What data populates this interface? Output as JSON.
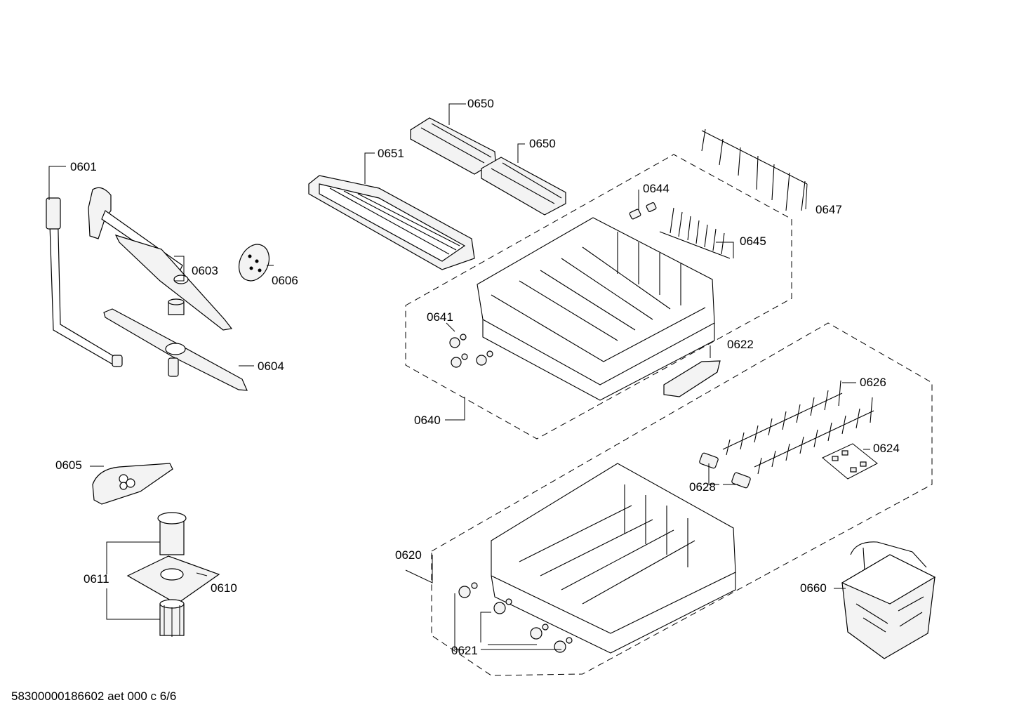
{
  "labels": {
    "p0601": "0601",
    "p0603": "0603",
    "p0604": "0604",
    "p0605": "0605",
    "p0606": "0606",
    "p0610": "0610",
    "p0611": "0611",
    "p0620": "0620",
    "p0621": "0621",
    "p0622": "0622",
    "p0624": "0624",
    "p0626": "0626",
    "p0628": "0628",
    "p0640": "0640",
    "p0641": "0641",
    "p0644": "0644",
    "p0645": "0645",
    "p0647": "0647",
    "p0650a": "0650",
    "p0650b": "0650",
    "p0651": "0651",
    "p0660": "0660"
  },
  "footer": "58300000186602 aet 000 c 6/6"
}
